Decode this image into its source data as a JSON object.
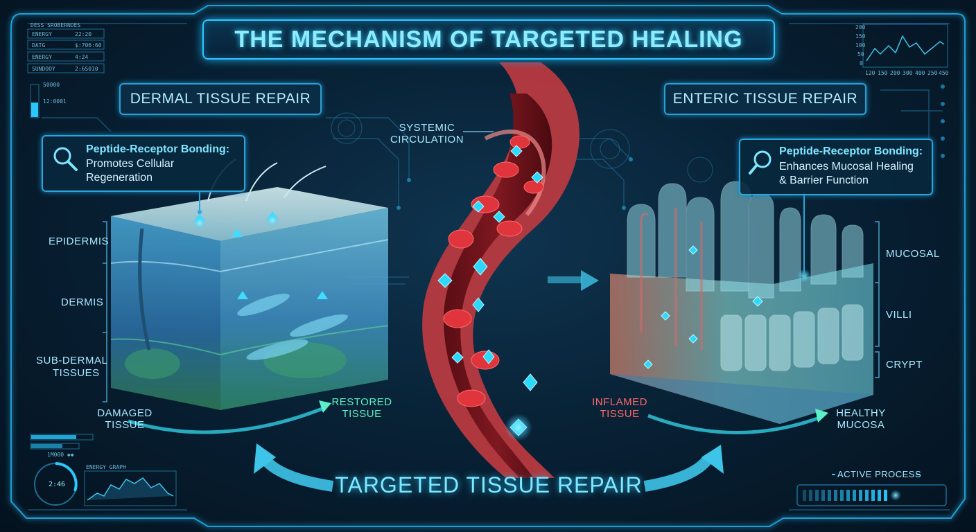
{
  "title": "THE MECHANISM OF TARGETED HEALING",
  "hud_top_left": {
    "header": "DESS SROBERNOES",
    "rows": [
      {
        "label": "ENERGY",
        "value": "22:20"
      },
      {
        "label": "DATG",
        "value": "$:706:60"
      },
      {
        "label": "ENERGY",
        "value": "4:24"
      },
      {
        "label": "SUNDOOY",
        "value": "2:6S010"
      }
    ],
    "gauge_values": [
      "50000",
      "12:0001"
    ]
  },
  "hud_top_right": {
    "tick_labels": [
      "200",
      "150",
      "100",
      "50",
      "0"
    ],
    "x_labels": [
      "120",
      "150",
      "200",
      "300",
      "400",
      "250",
      "450"
    ]
  },
  "left_panel": {
    "section_title": "DERMAL TISSUE REPAIR",
    "callout": {
      "title": "Peptide-Receptor Bonding:",
      "line1": "Promotes Cellular",
      "line2": "Regeneration"
    },
    "layers": [
      "EPIDERMIS",
      "DERMIS",
      "SUB-DERMAL",
      "TISSUES"
    ],
    "damaged": [
      "DAMAGED",
      "TISSUE"
    ],
    "restored": [
      "RESTORED",
      "TISSUE"
    ]
  },
  "center": {
    "circulation": [
      "SYSTEMIC",
      "CIRCULATION"
    ]
  },
  "right_panel": {
    "section_title": "ENTERIC TISSUE REPAIR",
    "callout": {
      "title": "Peptide-Receptor Bonding:",
      "line1": "Enhances Mucosal Healing",
      "line2": "& Barrier Function"
    },
    "layers": [
      "MUCOSAL",
      "VILLI",
      "CRYPT"
    ],
    "inflamed": [
      "INFLAMED",
      "TISSUE"
    ],
    "healthy": [
      "HEALTHY",
      "MUCOSA"
    ]
  },
  "bottom_title": "TARGETED TISSUE REPAIR",
  "hud_bottom_left": {
    "graph_label": "ENERGY GRAPH",
    "dial_value": "2:46",
    "readout": "1M000 ◆◆"
  },
  "hud_bottom_right": {
    "status": "ACTIVE PROCESS"
  },
  "colors": {
    "accent": "#2bc8ff",
    "blood": "#d8323a",
    "restored": "#5cf0c8",
    "inflamed": "#ff6a6a"
  },
  "icons": [
    "magnifier-icon",
    "peptide-icon",
    "receptor-icon",
    "red-blood-cell-icon"
  ]
}
